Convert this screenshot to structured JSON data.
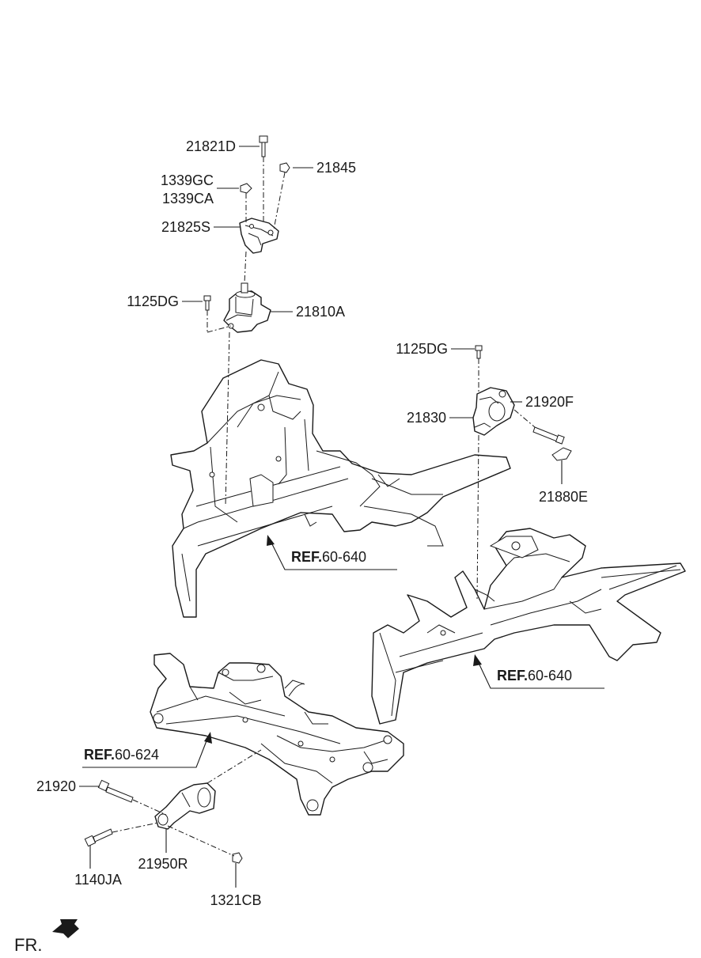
{
  "labels": {
    "p21821D": "21821D",
    "p21845": "21845",
    "p1339GC": "1339GC",
    "p1339CA": "1339CA",
    "p21825S": "21825S",
    "p1125DG_a": "1125DG",
    "p21810A": "21810A",
    "p1125DG_b": "1125DG",
    "p21830": "21830",
    "p21920F": "21920F",
    "p21880E": "21880E",
    "p21920": "21920",
    "p21950R": "21950R",
    "p1140JA": "1140JA",
    "p1321CB": "1321CB"
  },
  "refs": {
    "ref1": {
      "prefix": "REF.",
      "num": "60-640"
    },
    "ref2": {
      "prefix": "REF.",
      "num": "60-640"
    },
    "ref3": {
      "prefix": "REF.",
      "num": "60-624"
    }
  },
  "front_indicator": "FR."
}
